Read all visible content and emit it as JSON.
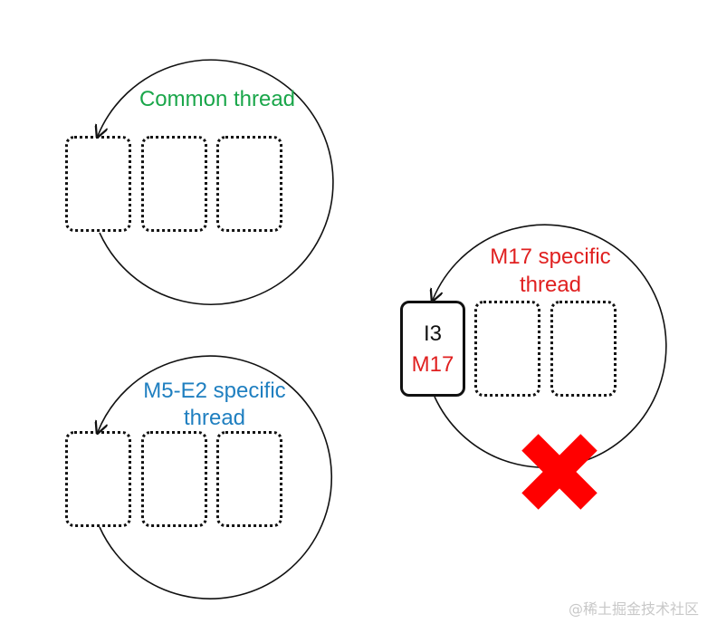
{
  "threads": {
    "common": {
      "title": "Common thread",
      "color": "#1aa64a"
    },
    "m5e2": {
      "title_line1": "M5-E2 specific",
      "title_line2": "thread",
      "color": "#1f7fc0"
    },
    "m17": {
      "title_line1": "M17 specific",
      "title_line2": "thread",
      "color": "#e02020",
      "task": {
        "line1": "I3",
        "line2": "M17",
        "line1_color": "#111111",
        "line2_color": "#e02020"
      },
      "blocked_icon": "red-x-cross-icon",
      "blocked_color": "#ff0000"
    }
  },
  "watermark": "@稀土掘金技术社区",
  "colors": {
    "stroke": "#111111",
    "background": "#ffffff"
  }
}
